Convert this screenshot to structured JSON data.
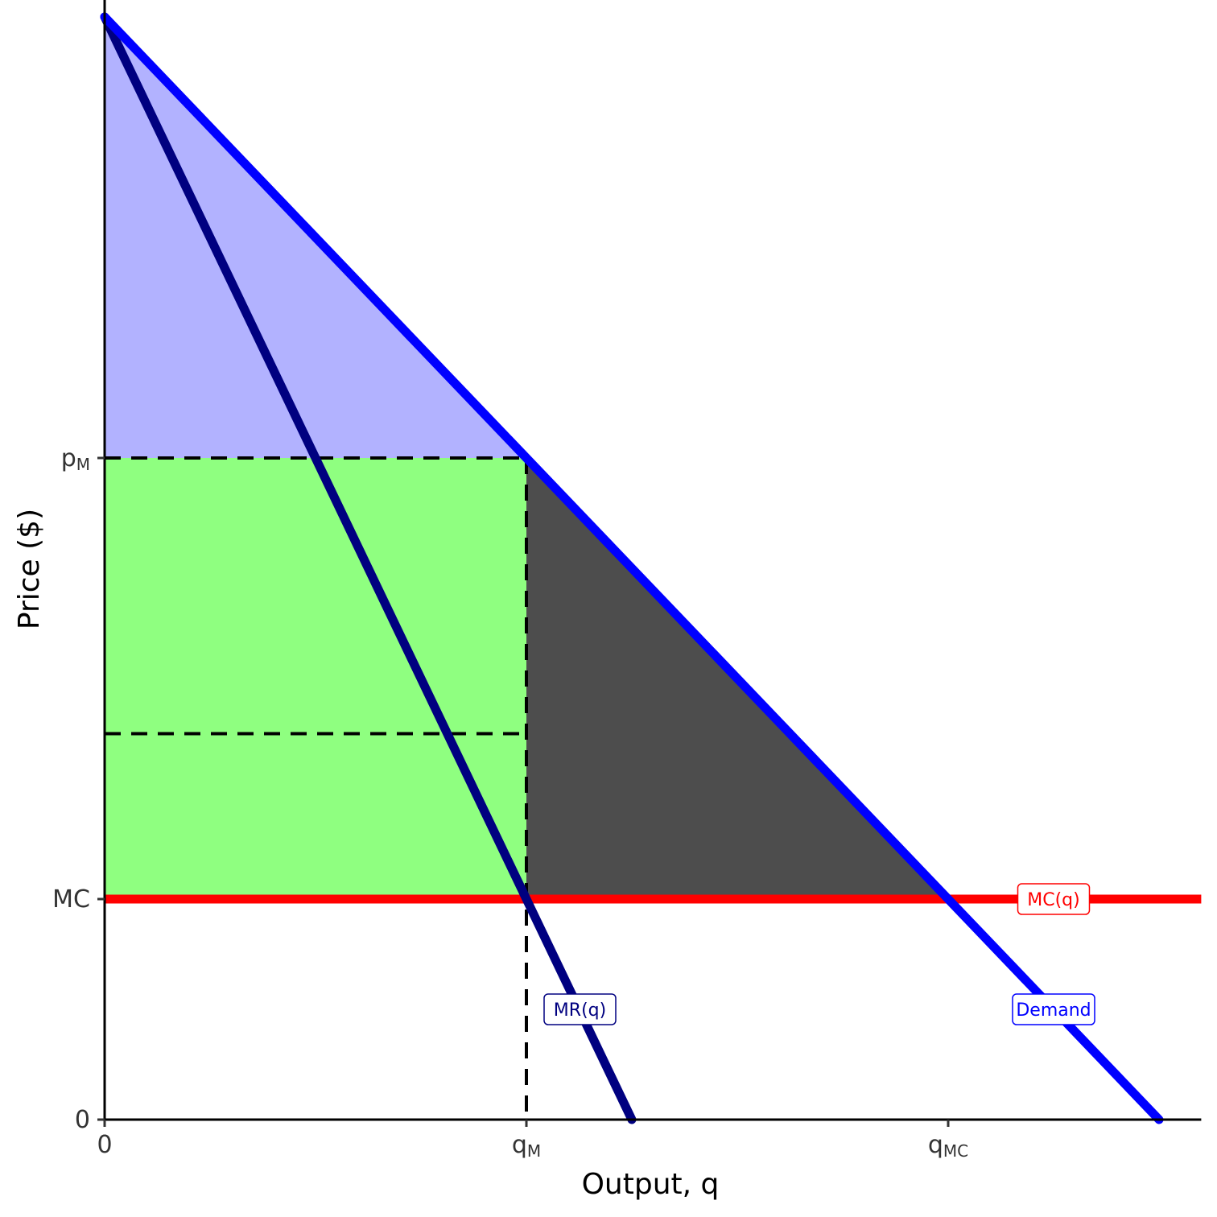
{
  "chart_data": {
    "type": "line",
    "xlabel": "Output, q",
    "ylabel": "Price ($)",
    "xlim": [
      0,
      10.4
    ],
    "ylim": [
      0,
      10.3
    ],
    "grid": false,
    "legend": "none",
    "x_ticks": [
      {
        "value": 0,
        "label": "0",
        "sub": ""
      },
      {
        "value": 4,
        "label": "q",
        "sub": "M"
      },
      {
        "value": 8,
        "label": "q",
        "sub": "MC"
      }
    ],
    "y_ticks": [
      {
        "value": 0,
        "label": "0",
        "sub": ""
      },
      {
        "value": 2,
        "label": "MC",
        "sub": ""
      },
      {
        "value": 6,
        "label": "p",
        "sub": "M"
      }
    ],
    "series": [
      {
        "name": "Demand",
        "color": "#0000ff",
        "x": [
          0,
          10
        ],
        "y": [
          10,
          0
        ]
      },
      {
        "name": "MR(q)",
        "color": "#000080",
        "x": [
          0,
          5
        ],
        "y": [
          10,
          0
        ]
      },
      {
        "name": "MC(q)",
        "color": "#ff0000",
        "x": [
          0,
          10.4
        ],
        "y": [
          2,
          2
        ]
      }
    ],
    "areas": [
      {
        "color": "#b2b2ff",
        "x": [
          0,
          0,
          4
        ],
        "y": [
          10,
          6,
          6
        ]
      },
      {
        "color": "#8fff80",
        "x": [
          0,
          4,
          4,
          0
        ],
        "y": [
          6,
          6,
          2,
          2
        ]
      },
      {
        "color": "#4d4d4d",
        "x": [
          4,
          4,
          8
        ],
        "y": [
          6,
          2,
          2
        ]
      }
    ],
    "guides": [
      {
        "x": [
          0,
          4
        ],
        "y": [
          6,
          6
        ]
      },
      {
        "x": [
          0,
          4
        ],
        "y": [
          3.5,
          3.5
        ]
      },
      {
        "x": [
          4,
          4
        ],
        "y": [
          6,
          0
        ]
      }
    ],
    "annotations": [
      {
        "text": "MC(q)",
        "color": "#ff0000",
        "x": 9.0,
        "y": 2.0
      },
      {
        "text": "MR(q)",
        "color": "#000080",
        "x": 4.5,
        "y": 1.0
      },
      {
        "text": "Demand",
        "color": "#0000ff",
        "x": 9.0,
        "y": 1.0
      }
    ]
  }
}
